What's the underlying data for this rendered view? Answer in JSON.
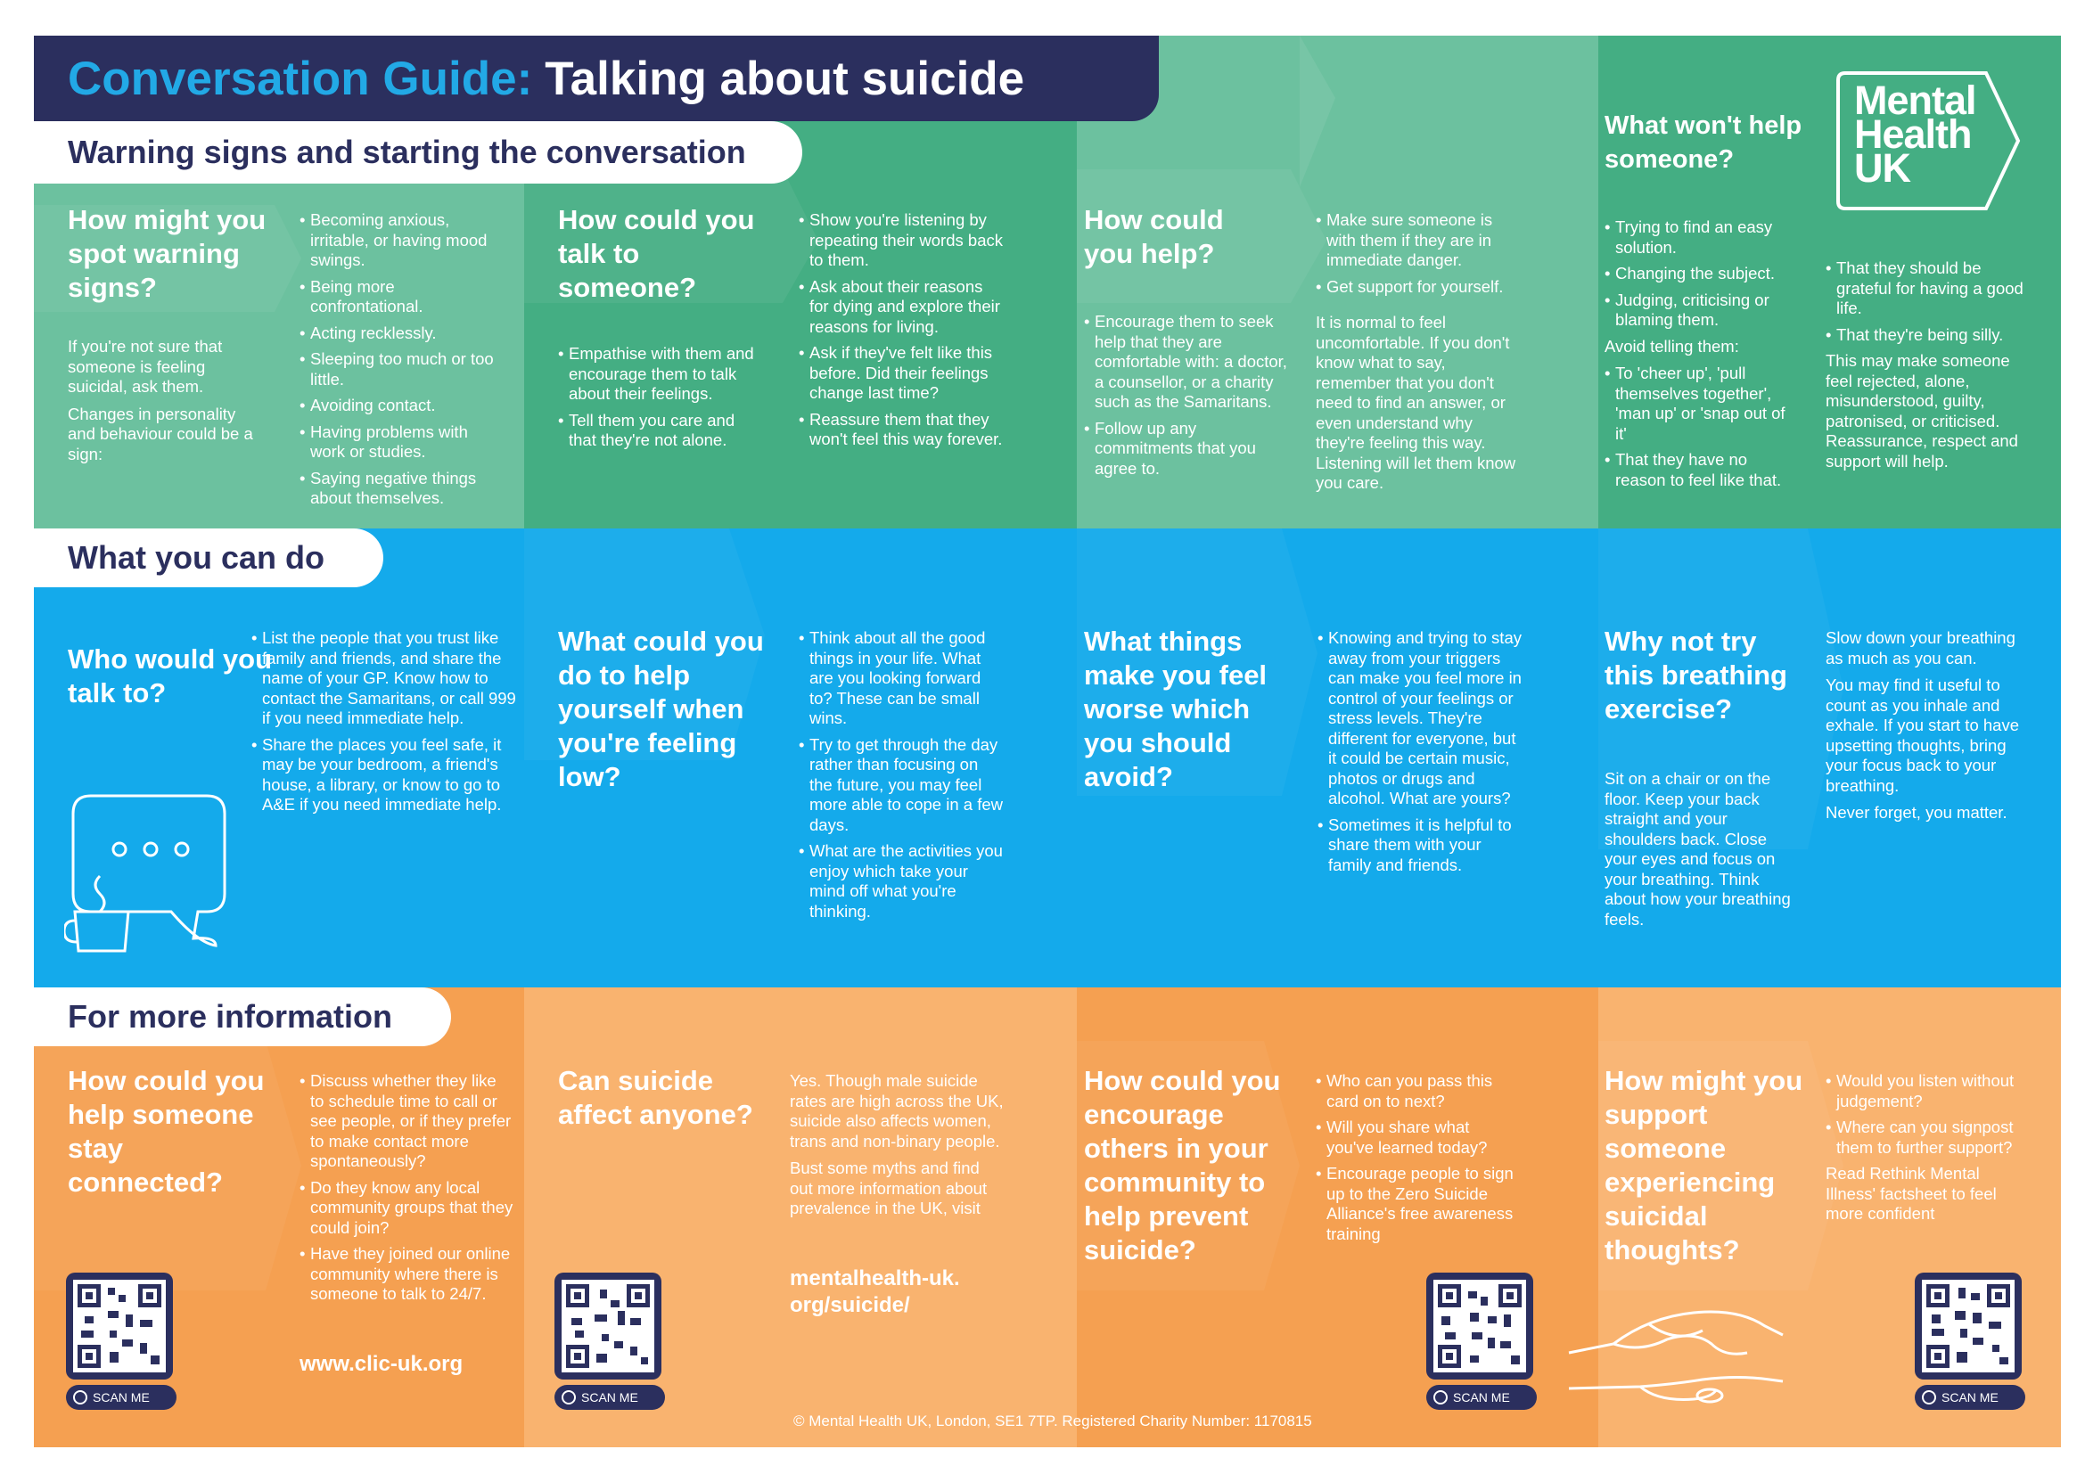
{
  "title": {
    "part1": "Conversation Guide:",
    "part2": "Talking about suicide"
  },
  "logo": {
    "line1": "Mental",
    "line2": "Health",
    "line3": "UK"
  },
  "colors": {
    "navy": "#2b2f5e",
    "green_dark": "#44ae83",
    "green_light": "#6cc19f",
    "blue": "#14aaeb",
    "orange": "#f5a051",
    "orange_light": "#f9b36f"
  },
  "section1": {
    "heading": "Warning signs and starting the conversation",
    "p1": {
      "question": "How might you spot warning signs?",
      "intro": [
        "If you're not sure that someone is feeling suicidal, ask them.",
        "Changes in personality and behaviour could be a sign:"
      ],
      "bullets": [
        "Becoming anxious, irritable, or having mood swings.",
        "Being more confrontational.",
        "Acting recklessly.",
        "Sleeping too much or too little.",
        "Avoiding contact.",
        "Having problems with work or studies.",
        "Saying negative things about themselves."
      ]
    },
    "p2": {
      "question": "How could you talk to someone?",
      "left_bullets": [
        "Empathise with them and encourage them to talk about their feelings.",
        "Tell them you care and that they're not alone."
      ],
      "right_bullets": [
        "Show you're listening by repeating their words back to them.",
        "Ask about their reasons for dying and explore their reasons for living.",
        "Ask if they've felt like this before. Did their feelings change last time?",
        "Reassure them that they won't feel this way forever."
      ]
    },
    "p3": {
      "question": "How could you help?",
      "left_bullets": [
        "Encourage them to seek help that they are comfortable with: a doctor, a counsellor, or a charity such as the Samaritans.",
        "Follow up any commitments that you agree to."
      ],
      "right_bullets": [
        "Make sure someone is with them if they are in immediate danger.",
        "Get support for yourself."
      ],
      "right_para": "It is normal to feel uncomfortable. If you don't know what to say, remember that you don't need to find an answer, or even understand why they're feeling this way. Listening will let them know you care."
    },
    "p4": {
      "question": "What won't help someone?",
      "left_bullets": [
        "Trying to find an easy solution.",
        "Changing the subject.",
        "Judging, criticising or blaming them."
      ],
      "avoid_label": "Avoid telling them:",
      "avoid_bullets": [
        "To 'cheer up', 'pull themselves together', 'man up' or 'snap out of it'",
        "That they have no reason to feel like that."
      ],
      "right_bullets": [
        "That they should be grateful for having a good life.",
        "That they're being silly."
      ],
      "right_para": "This may make someone feel rejected, alone, misunderstood, guilty, patronised, or criticised. Reassurance, respect and support will help."
    }
  },
  "section2": {
    "heading": "What you can do",
    "p1": {
      "question": "Who would you talk to?",
      "bullets": [
        "List the people that you trust like family and friends, and share the name of your GP. Know how to contact the Samaritans, or call 999 if you need immediate help.",
        "Share the places you feel safe, it may be your bedroom, a friend's house, a library, or know to go to A&E if you need immediate help."
      ]
    },
    "p2": {
      "question": "What could you do to help yourself when you're feeling low?",
      "bullets": [
        "Think about all the good things in your life. What are you looking forward to? These can be small wins.",
        "Try to get through the day rather than focusing on the future, you may feel more able to cope in a few days.",
        "What are the activities you enjoy which take your mind off what you're thinking."
      ]
    },
    "p3": {
      "question": "What things make you feel worse which you should avoid?",
      "bullets": [
        "Knowing and trying to stay away from your triggers can make you feel more in control of your feelings or stress levels. They're different for everyone, but it could be certain music, photos or drugs and alcohol. What are yours?",
        "Sometimes it is helpful to share them with your family and friends."
      ]
    },
    "p4": {
      "question": "Why not try this breathing exercise?",
      "left_para": "Sit on a chair or on the floor. Keep your back straight and your shoulders back. Close your eyes and focus on your breathing. Think about how your breathing feels.",
      "right_paras": [
        "Slow down your breathing as much as you can.",
        "You may find it useful to count as you inhale and exhale. If you start to have upsetting thoughts, bring your focus back to your breathing.",
        "Never forget, you matter."
      ]
    }
  },
  "section3": {
    "heading": "For more information",
    "p1": {
      "question": "How could you help someone stay connected?",
      "bullets": [
        "Discuss whether they like to schedule time to call or see people, or if they prefer to make contact more spontaneously?",
        "Do they know any local community groups that they could join?",
        "Have they joined our online community where there is someone to talk to 24/7."
      ],
      "link": "www.clic-uk.org"
    },
    "p2": {
      "question": "Can suicide affect anyone?",
      "paras": [
        "Yes. Though male suicide rates are high across the UK, suicide also affects women, trans and non-binary people.",
        "Bust some myths and find out more information about prevalence in the UK, visit"
      ],
      "link": "mentalhealth-uk. org/suicide/"
    },
    "p3": {
      "question": "How could you encourage others in your community to help prevent suicide?",
      "bullets": [
        "Who can you pass this card on to next?",
        "Will you share what you've learned today?",
        "Encourage people to sign up to the Zero Suicide Alliance's free awareness training"
      ]
    },
    "p4": {
      "question": "How might you support someone experiencing suicidal thoughts?",
      "bullets": [
        "Would you listen without judgement?",
        "Where can you signpost them to further support?"
      ],
      "para": "Read Rethink Mental Illness' factsheet to feel more confident"
    },
    "scan_label": "SCAN ME"
  },
  "footer": "© Mental Health UK, London, SE1 7TP. Registered Charity Number: 1170815"
}
